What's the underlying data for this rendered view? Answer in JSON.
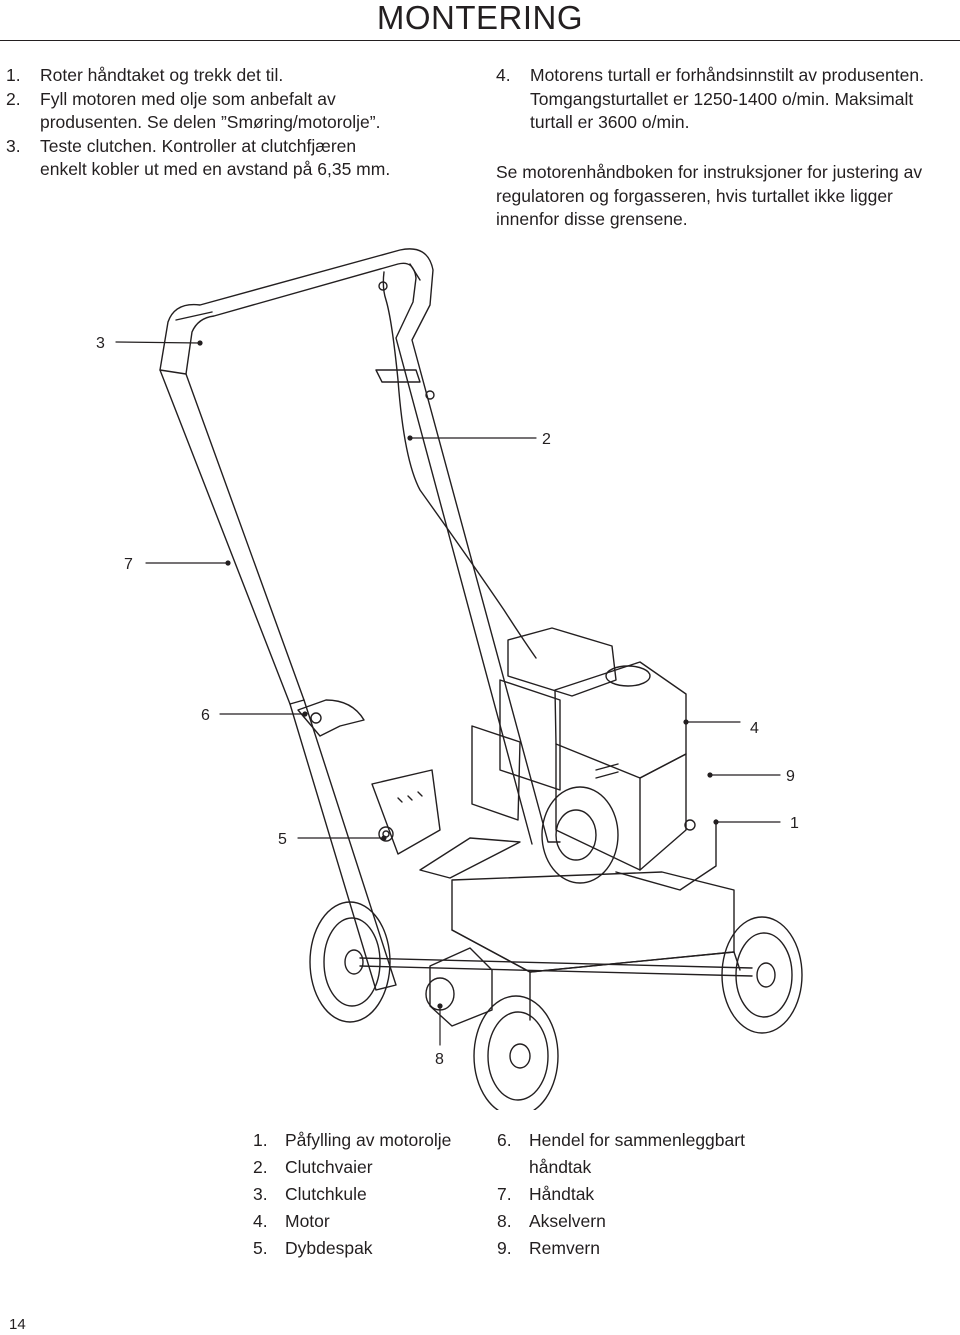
{
  "header": {
    "title": "MONTERING"
  },
  "steps_left": [
    {
      "num": "1.",
      "text": "Roter håndtaket og trekk det til."
    },
    {
      "num": "2.",
      "text": "Fyll motoren med olje som anbefalt av produsenten. Se delen ”Smøring/motorolje”."
    },
    {
      "num": "3.",
      "text": "Teste clutchen. Kontroller at clutchfjæren enkelt kobler ut med en avstand på 6,35 mm."
    }
  ],
  "steps_right": [
    {
      "num": "4.",
      "text": "Motorens turtall er forhåndsinnstilt av produsenten. Tomgangsturtallet er 1250-1400 o/min. Maksimalt turtall er 3600 o/min."
    }
  ],
  "paragraph": "Se motorenhåndboken for instruksjoner for justering av regulatoren og forgasseren, hvis turtallet ikke ligger innenfor disse grensene.",
  "figure": {
    "callouts": [
      "3",
      "2",
      "7",
      "6",
      "4",
      "9",
      "5",
      "1",
      "8"
    ]
  },
  "legend_left": [
    {
      "num": "1.",
      "text": "Påfylling av motorolje"
    },
    {
      "num": "2.",
      "text": "Clutchvaier"
    },
    {
      "num": "3.",
      "text": "Clutchkule"
    },
    {
      "num": "4.",
      "text": "Motor"
    },
    {
      "num": "5.",
      "text": "Dybdespak"
    }
  ],
  "legend_right": [
    {
      "num": "6.",
      "text": "Hendel for sammenleggbart håndtak"
    },
    {
      "num": "7.",
      "text": "Håndtak"
    },
    {
      "num": "8.",
      "text": "Akselvern"
    },
    {
      "num": "9.",
      "text": "Remvern"
    }
  ],
  "footer": {
    "page_number": "14"
  }
}
